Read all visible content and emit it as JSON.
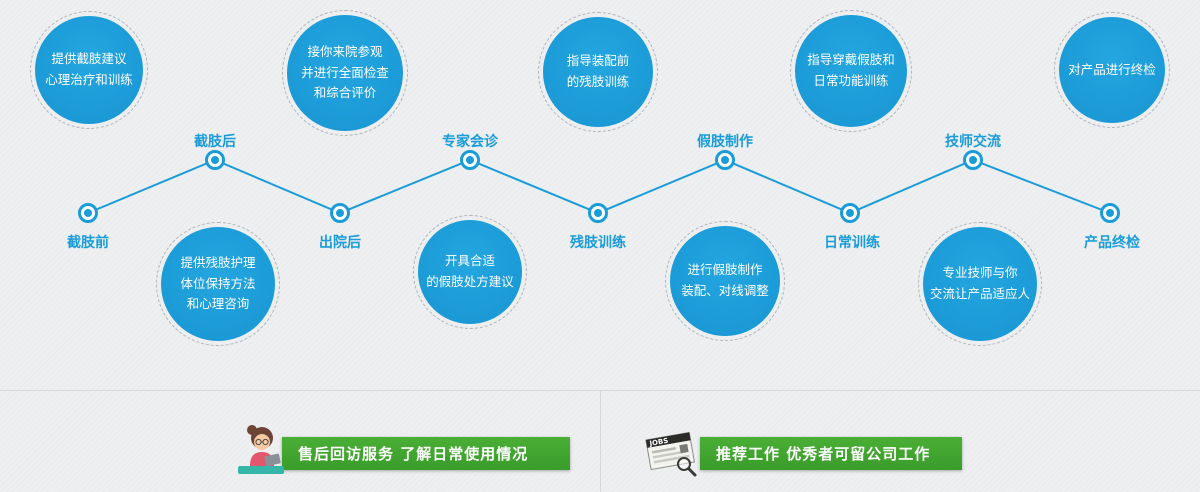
{
  "colors": {
    "accent": "#1a9cd8",
    "banner_green": "#41a52f",
    "background": "#edeff1"
  },
  "steps": [
    {
      "label": "截肢前",
      "desc": "提供截肢建议\n心理治疗和训练"
    },
    {
      "label": "截肢后",
      "desc": "提供残肢护理\n体位保持方法\n和心理咨询"
    },
    {
      "label": "出院后",
      "desc": "接你来院参观\n并进行全面检查\n和综合评价"
    },
    {
      "label": "专家会诊",
      "desc": "开具合适\n的假肢处方建议"
    },
    {
      "label": "残肢训练",
      "desc": "指导装配前\n的残肢训练"
    },
    {
      "label": "假肢制作",
      "desc": "进行假肢制作\n装配、对线调整"
    },
    {
      "label": "日常训练",
      "desc": "指导穿戴假肢和\n日常功能训练"
    },
    {
      "label": "技师交流",
      "desc": "专业技师与你\n交流让产品适应人"
    },
    {
      "label": "产品终检",
      "desc": "对产品进行终检"
    }
  ],
  "footer": {
    "left_banner": {
      "label": "售后回访服务 了解日常使用情况"
    },
    "right_banner": {
      "label": "推荐工作 优秀者可留公司工作",
      "icon_text": "JOBS"
    }
  }
}
